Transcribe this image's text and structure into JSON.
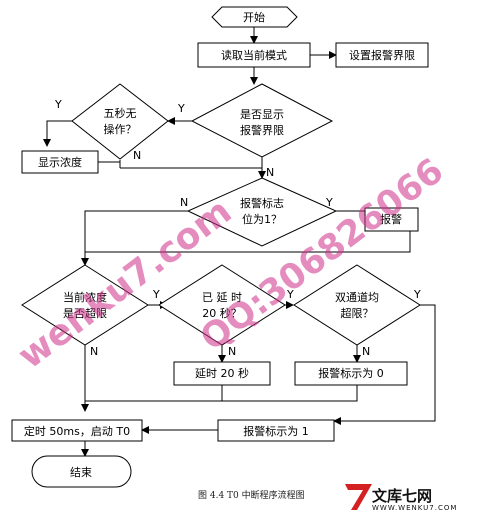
{
  "nodes": {
    "start": "开始",
    "read_mode": "读取当前模式",
    "set_limit": "设置报警界限",
    "is_show_limit_1": "是否显示",
    "is_show_limit_2": "报警界限",
    "five_sec_1": "五秒无",
    "five_sec_2": "操作？",
    "show_conc": "显示浓度",
    "alarm_flag_1": "报警标志",
    "alarm_flag_2": "位为1？",
    "alarm": "报警",
    "conc_over_1": "当前浓度",
    "conc_over_2": "是否超限",
    "delay20_1": "已 延 时",
    "delay20_2": "20 秒？",
    "dual_1": "双通道均",
    "dual_2": "超限？",
    "delay_action": "延时 20 秒",
    "flag0": "报警标示为 0",
    "timer": "定时 50ms，启动 T0",
    "flag1": "报警标示为 1",
    "end": "结束"
  },
  "labels": {
    "y": "Y",
    "n": "N"
  },
  "watermark": {
    "line1": "wenku7.com",
    "line2": "QQ:306826066"
  },
  "caption": "图 4.4 T0 中断程序流程图",
  "logo": {
    "main": "文库七网",
    "sub": "WWW.WENKU7.COM"
  },
  "colors": {
    "line": "#000000",
    "watermark": "#d0308a",
    "logo_red": "#d42020"
  }
}
